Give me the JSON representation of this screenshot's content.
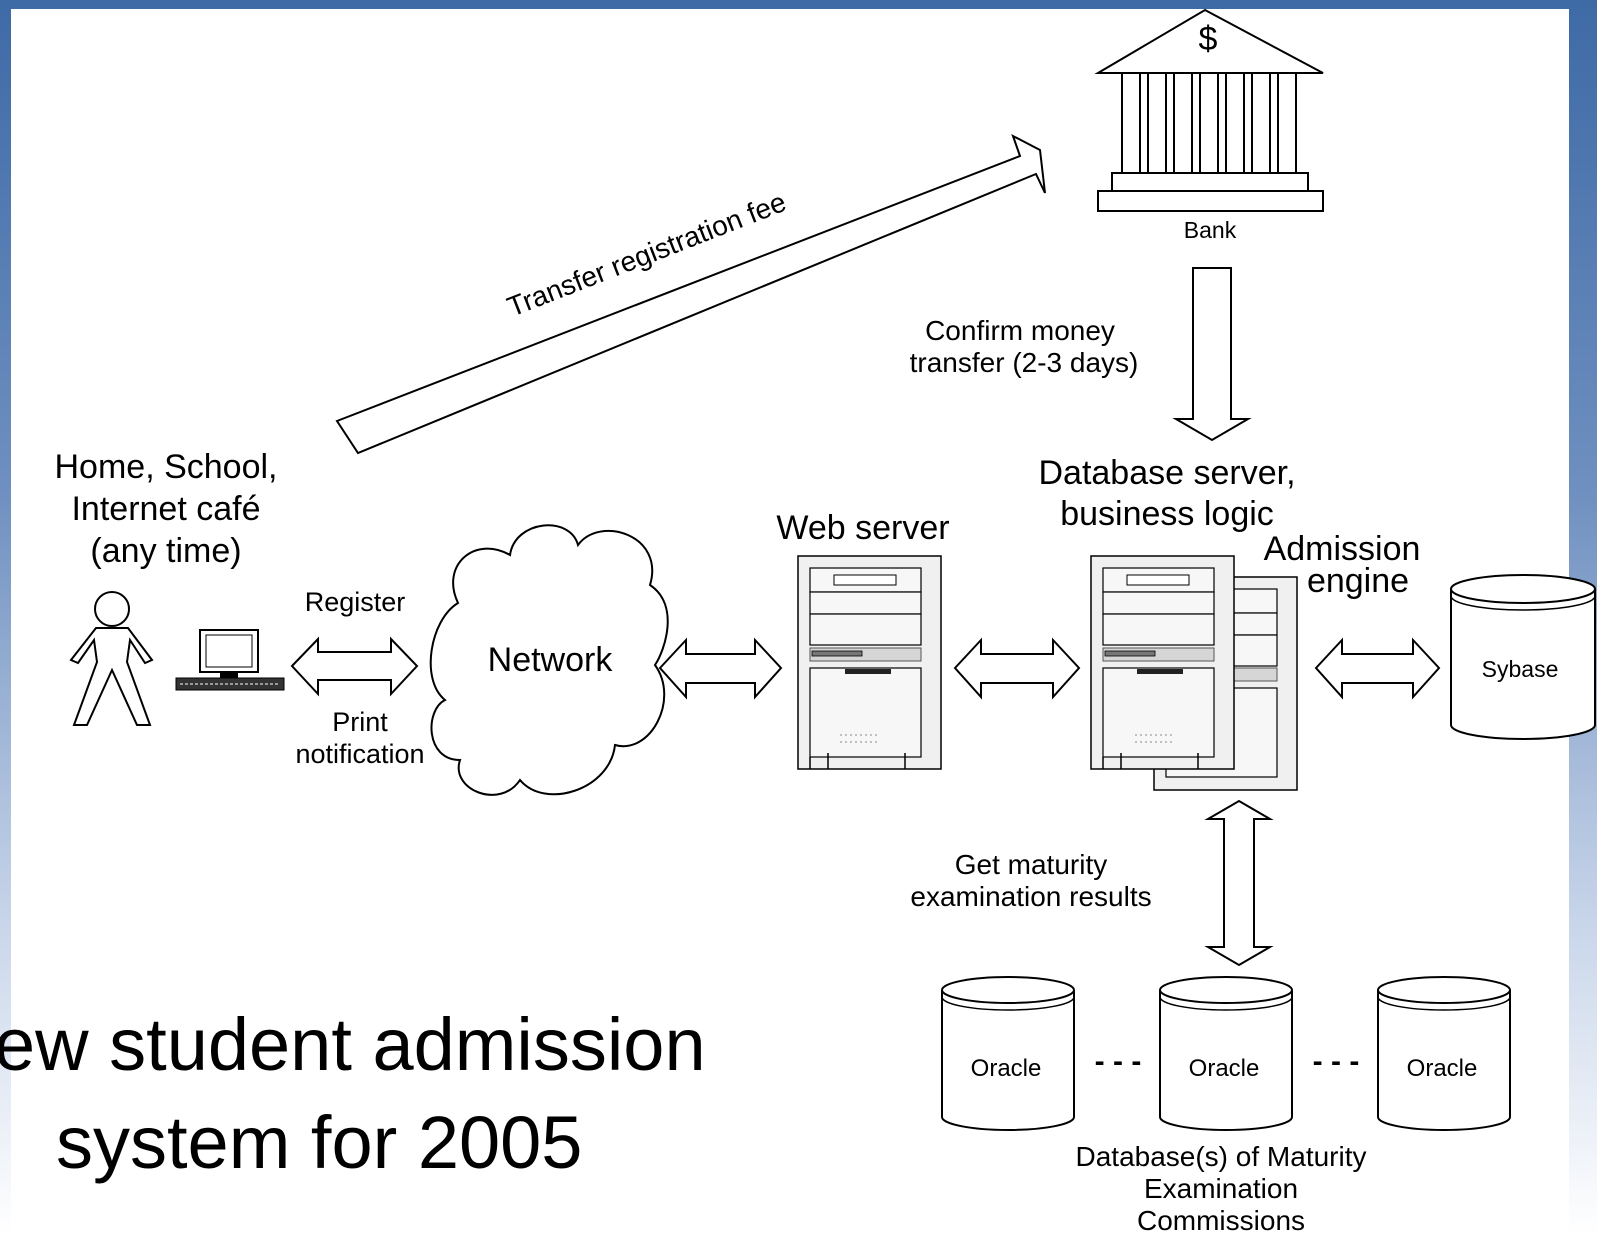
{
  "title_lines": [
    "ew student admission",
    "system for 2005"
  ],
  "bank": {
    "label": "Bank",
    "symbol": "$"
  },
  "arrows": {
    "transfer": "Transfer registration fee",
    "confirm": [
      "Confirm money",
      "transfer (2-3 days)"
    ],
    "register": "Register",
    "print": [
      "Print",
      "notification"
    ],
    "get_results": [
      "Get maturity",
      "examination results"
    ]
  },
  "client": {
    "location": [
      "Home, School,",
      "Internet café",
      "(any time)"
    ]
  },
  "network": {
    "label": "Network"
  },
  "web_server": {
    "label": "Web server"
  },
  "db_server": {
    "label": [
      "Database server,",
      "business logic"
    ]
  },
  "admission_engine": {
    "label": [
      "Admission",
      "engine"
    ]
  },
  "sybase": {
    "label": "Sybase"
  },
  "oracle_dbs": {
    "labels": [
      "Oracle",
      "Oracle",
      "Oracle"
    ],
    "separator": "- - -"
  },
  "commissions": {
    "label": [
      "Database(s) of Maturity",
      "Examination",
      "Commissions"
    ]
  }
}
